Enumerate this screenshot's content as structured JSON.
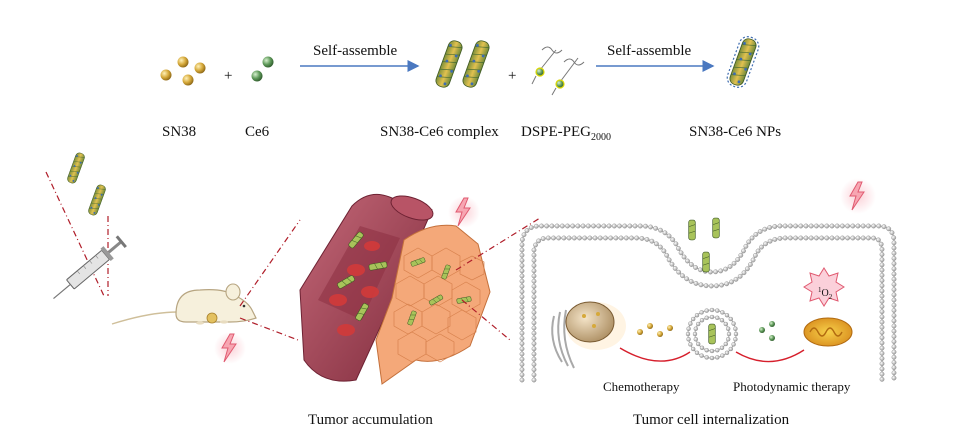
{
  "reaction": {
    "sn38": "SN38",
    "ce6": "Ce6",
    "plus": "+",
    "self_assemble_1": "Self-assemble",
    "self_assemble_2": "Self-assemble",
    "complex": "SN38-Ce6 complex",
    "dspe_main": "DSPE-PEG",
    "dspe_sub": "2000",
    "nps": "SN38-Ce6 NPs"
  },
  "panels": {
    "tumor_accumulation": "Tumor accumulation",
    "tumor_cell_internalization": "Tumor cell internalization",
    "chemotherapy": "Chemotherapy",
    "photodynamic_therapy": "Photodynamic therapy",
    "singlet_oxygen_pre": "1",
    "singlet_oxygen": "O",
    "singlet_oxygen_sub": "2"
  },
  "colors": {
    "sn38_gold": "#d6a93a",
    "ce6_green": "#5f9a5a",
    "arrow_blue": "#4a78c0",
    "vessel": "#9c3e4e",
    "tumor_cell": "#f4a879",
    "dashed_red": "#b01e2a",
    "lightning": "#f7a6b2"
  }
}
